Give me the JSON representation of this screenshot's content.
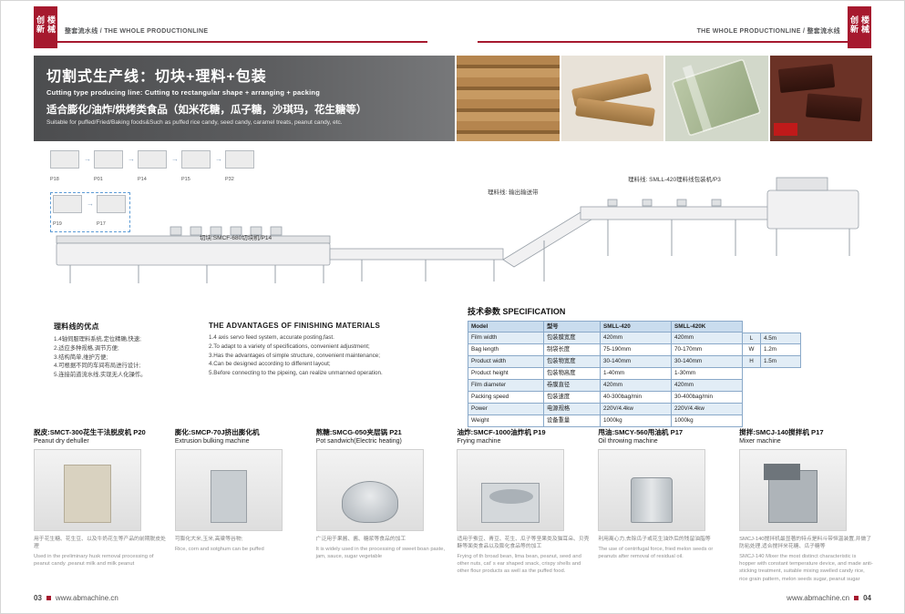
{
  "page": {
    "logo_text": "楼械创新",
    "header_left": "整套流水线 / THE WHOLE PRODUCTIONLINE",
    "header_right": "THE WHOLE PRODUCTIONLINE / 整套流水线",
    "footer": {
      "left_page_no": "03",
      "left_url": "www.abmachine.cn",
      "right_url": "www.abmachine.cn",
      "right_page_no": "04"
    }
  },
  "banner": {
    "title_zh": "切割式生产线：切块+理料+包装",
    "title_en": "Cutting type producing line:  Cutting to rectangular shape + arranging + packing",
    "subtitle_zh": "适合膨化/油炸/烘烤类食品（如米花糖，瓜子糖，沙琪玛，花生糖等）",
    "subtitle_en": "Suitable for puffed/Fried/Baking foods&Such as puffed rice candy, seed candy, caramel treats, peanut candy, etc."
  },
  "diagram": {
    "thumbs_row1": [
      "P18",
      "P01",
      "P14",
      "P15",
      "P32"
    ],
    "thumbs_row2": [
      "P19",
      "P17"
    ],
    "labels": {
      "cutting": "切块:SMCF-680切块机/P14",
      "conveyor": "理料线: 输出输送带",
      "packing": "理料线: SMLL-420理料线包装机/P3"
    }
  },
  "advantages": {
    "zh_title": "理料线的优点",
    "zh_items": [
      "1.4轴伺服理料系统,定位精确,快速;",
      "2.适应多种规格,调节方便;",
      "3.结构简单,维护方便;",
      "4.可根据不同的车间布局进行设计;",
      "5.连接前道流水线,实现无人化操作。"
    ],
    "en_title": "THE ADVANTAGES OF FINISHING MATERIALS",
    "en_items": [
      "1.4 axis servo feed system, accurate posting,fast.",
      "2.To adapt to a variety of specifications, convenient adjustment;",
      "3.Has the advantages of simple structure, convenient maintenance;",
      "4.Can be designed according to different layout;",
      "5.Before connecting to the pipeing, can realize unmanned operation."
    ]
  },
  "spec": {
    "title": "技术参数 SPECIFICATION",
    "header": {
      "en": "Model",
      "zh": "型号",
      "v1": "SMLL-420",
      "v2": "SMLL-420K"
    },
    "rows": [
      {
        "en": "Film width",
        "zh": "包装膜宽度",
        "v1": "420mm",
        "v2": "420mm",
        "dim": "L",
        "dimv": "4.5m"
      },
      {
        "en": "Bag length",
        "zh": "制袋长度",
        "v1": "75-190mm",
        "v2": "70-170mm",
        "dim": "W",
        "dimv": "1.2m"
      },
      {
        "en": "Product width",
        "zh": "包装物宽度",
        "v1": "30-140mm",
        "v2": "30-140mm",
        "dim": "H",
        "dimv": "1.5m"
      },
      {
        "en": "Product height",
        "zh": "包装物高度",
        "v1": "1-40mm",
        "v2": "1-30mm"
      },
      {
        "en": "Film diameter",
        "zh": "卷膜直径",
        "v1": "420mm",
        "v2": "420mm"
      },
      {
        "en": "Packing speed",
        "zh": "包装速度",
        "v1": "40-300bag/min",
        "v2": "30-400bag/min"
      },
      {
        "en": "Power",
        "zh": "电源规格",
        "v1": "220V/4.4kw",
        "v2": "220V/4.4kw"
      },
      {
        "en": "Weight",
        "zh": "设备重量",
        "v1": "1000kg",
        "v2": "1000kg"
      }
    ]
  },
  "products": [
    {
      "title_zh": "脱皮:SMCT-300花生干法脱皮机 P20",
      "title_en": "Peanut dry dehuller",
      "desc_zh": "用于花生糖、花生豆、以及牛奶花生等产品的前期脱皮处理",
      "desc_en": "Used in the preliminary husk removal processing of peanut candy ,peanut milk and milk peanut"
    },
    {
      "title_zh": "膨化:SMCP-70J挤出膨化机",
      "title_en": "Extrusion bulking machine",
      "desc_zh": "可膨化大米,玉米,高粱等谷物;",
      "desc_en": "Rice, corn and sotghum can be puffed"
    },
    {
      "title_zh": "熬糖:SMCG-050夹层锅 P21",
      "title_en": "Pot sandwich(Electric heating)",
      "desc_zh": "广泛用于果酱、酱、糖浆等食品的加工",
      "desc_en": "It is widely used in the processing of sweet boan paste, jam, sauce, sugar vegetable"
    },
    {
      "title_zh": "油炸:SMCF-1000油炸机 P19",
      "title_en": "Frying machine",
      "desc_zh": "适用于蚕豆、青豆、花生、瓜子等坚果类及猫耳朵、贝壳酥等面类食品以及膨化食品等的加工",
      "desc_en": "Frying of th broad bean, lima bean, peanut, seed and other nuts, cat' s ear shaped snack, crispy shells and other flour products as well as the puffed food."
    },
    {
      "title_zh": "甩油:SMCY-560甩油机 P17",
      "title_en": "Oil throwing machine",
      "desc_zh": "利用离心力,去除瓜子或花生油炸后的残留油脂等",
      "desc_en": "The use of centrifugal force, fried melon seeds or peanuts after removal of residual oil."
    },
    {
      "title_zh": "搅拌:SMCJ-140搅拌机 P17",
      "title_en": "Mixer machine",
      "desc_zh": "SMCJ-140搅拌机最显著的特点是料斗带恒温装置,并做了防粘处理,适合搅拌米花糖、瓜子糖等",
      "desc_en": "SMCJ-140 Mixer the most distinct characteristic is hopper with constant temperature device, and made anti-sticking treatment, suitable mixing swelled candy rice, rice grain pattern, melon seeds sugar, peanut sugar"
    }
  ]
}
